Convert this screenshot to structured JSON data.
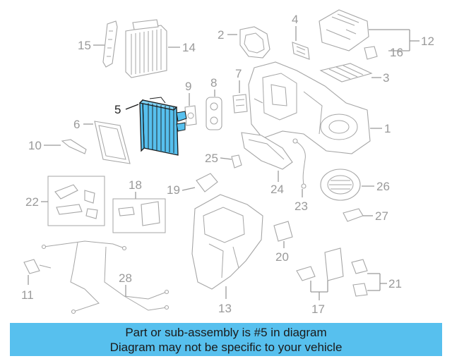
{
  "diagram": {
    "callouts": [
      "1",
      "2",
      "3",
      "4",
      "5",
      "6",
      "7",
      "8",
      "9",
      "10",
      "11",
      "12",
      "13",
      "14",
      "15",
      "16",
      "17",
      "18",
      "19",
      "20",
      "21",
      "22",
      "23",
      "24",
      "25",
      "26",
      "27",
      "28"
    ],
    "highlighted_part": "5",
    "colors": {
      "highlight_fill": "#57c0ee",
      "highlight_stroke": "#1a1a1a",
      "line": "#9a9a9a"
    }
  },
  "banner": {
    "line1": "Part or sub-assembly is #5 in diagram",
    "line2": "Diagram may not be specific to your vehicle",
    "background": "#57c0ee"
  }
}
